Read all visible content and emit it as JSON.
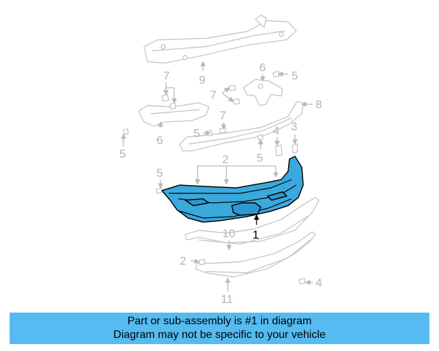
{
  "banner": {
    "line1": "Part or sub-assembly is #1 in diagram",
    "line2": "Diagram may not be specific to your vehicle",
    "background_color": "#55bbf0"
  },
  "highlight_color": "#3aa9dd",
  "callouts": {
    "c1": "1",
    "c2a": "2",
    "c2b": "2",
    "c3": "3",
    "c4a": "4",
    "c4b": "4",
    "c5a": "5",
    "c5b": "5",
    "c5c": "5",
    "c5d": "5",
    "c5e": "5",
    "c6a": "6",
    "c6b": "6",
    "c7a": "7",
    "c7b": "7",
    "c7c": "7",
    "c8": "8",
    "c9": "9",
    "c10": "10",
    "c11": "11"
  }
}
